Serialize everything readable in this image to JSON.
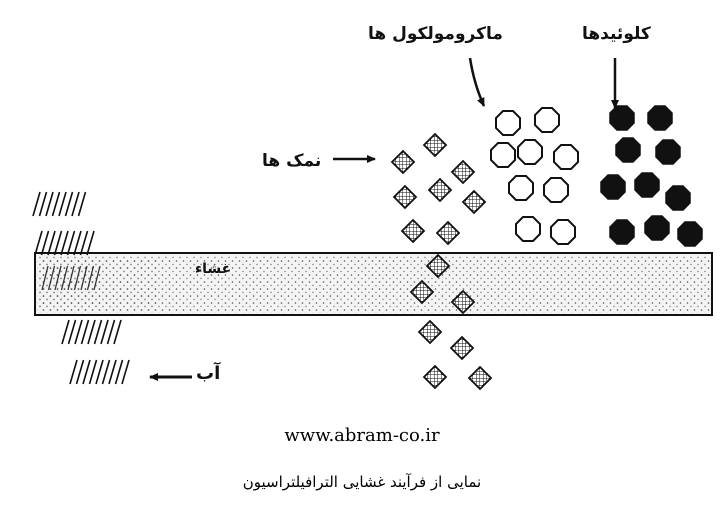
{
  "labels": {
    "colloids": "کلوئیدها",
    "macromolecules": "ماکرومولکول ها",
    "salts": "نمک ها",
    "membrane": "غشاء",
    "water": "آب"
  },
  "source_url": "www.abram-co.ir",
  "caption": "نمایی از فرآیند غشایی الترافیلتراسیون",
  "colors": {
    "ink": "#111111",
    "membrane_fill": "#f4f4f4",
    "background": "#ffffff"
  }
}
